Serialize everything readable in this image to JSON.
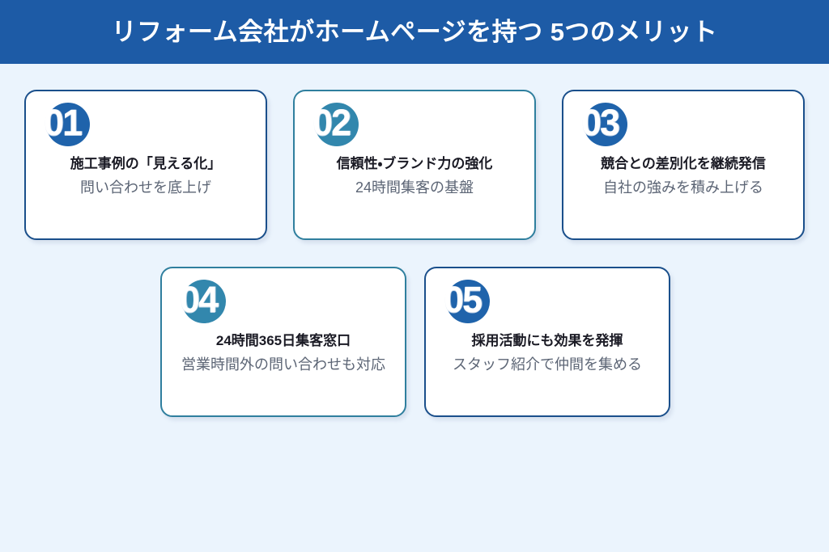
{
  "header": {
    "title": "リフォーム会社がホームページを持つ 5つのメリット",
    "band_color": "#1d5ba6",
    "text_color": "#ffffff"
  },
  "theme": {
    "background": "#ebf4fd",
    "card_background": "#ffffff",
    "border_navy": "#1a4f8b",
    "border_teal": "#2f7f9e",
    "badge_navy": "#1f63ab",
    "badge_teal": "#3287ad",
    "title_color": "#1a1a24",
    "subtitle_color": "#5c6575"
  },
  "cards": [
    {
      "number": "01",
      "title": "施工事例の「見える化」",
      "subtitle": "問い合わせを底上げ",
      "accent": "navy"
    },
    {
      "number": "02",
      "title": "信頼性・ブランド力の強化",
      "subtitle": "24時間集客の基盤",
      "accent": "teal"
    },
    {
      "number": "03",
      "title": "競合との差別化を継続発信",
      "subtitle": "自社の強みを積み上げる",
      "accent": "navy"
    },
    {
      "number": "04",
      "title": "24時間365日集客窓口",
      "subtitle": "営業時間外の問い合わせも対応",
      "accent": "teal"
    },
    {
      "number": "05",
      "title": "採用活動にも効果を発揮",
      "subtitle": "スタッフ紹介で仲間を集める",
      "accent": "navy"
    }
  ]
}
